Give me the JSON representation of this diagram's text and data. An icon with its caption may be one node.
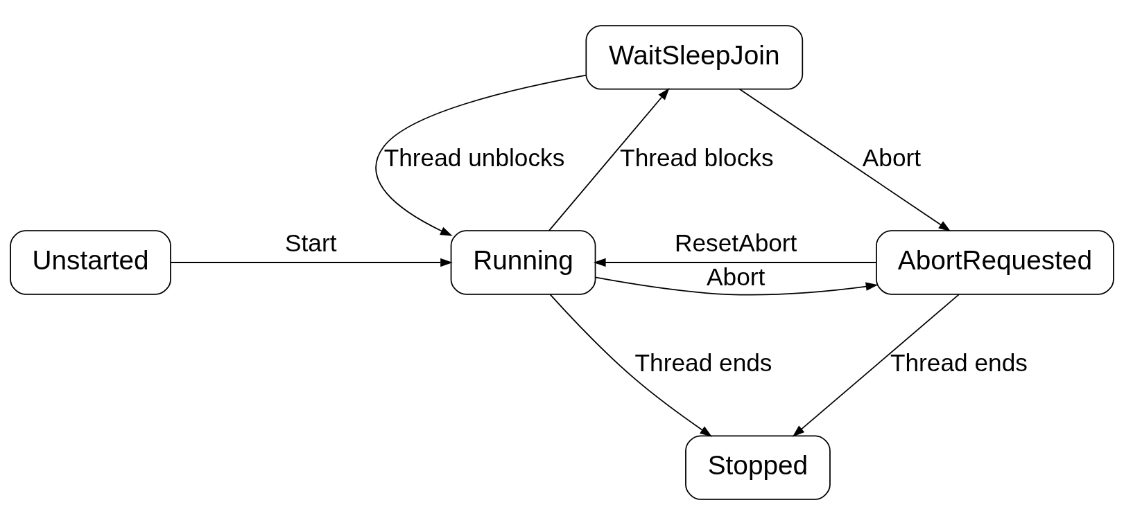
{
  "diagram": {
    "nodes": [
      {
        "text": [
          "WaitSleepJoin"
        ]
      },
      {
        "text": [
          "Unstarted"
        ]
      },
      {
        "text": [
          "Running"
        ]
      },
      {
        "text": [
          "AbortRequested"
        ]
      },
      {
        "text": [
          "Stopped"
        ]
      }
    ],
    "edges": [
      {
        "from": 1,
        "to": 2,
        "arrow": "to",
        "label": "Start"
      },
      {
        "from": 2,
        "to": 0,
        "arrow": "to",
        "label": "Thread blocks"
      },
      {
        "from": 0,
        "to": 2,
        "arrow": "to",
        "label": "Thread unblocks"
      },
      {
        "from": 0,
        "to": 3,
        "arrow": "to",
        "label": "Abort"
      },
      {
        "from": 2,
        "to": 3,
        "arrow": "to",
        "label": "Abort"
      },
      {
        "from": 3,
        "to": 2,
        "arrow": "to",
        "label": "ResetAbort"
      },
      {
        "from": 2,
        "to": 4,
        "arrow": "to",
        "label": "Thread ends"
      },
      {
        "from": 3,
        "to": 4,
        "arrow": "to",
        "label": "Thread ends"
      }
    ]
  }
}
